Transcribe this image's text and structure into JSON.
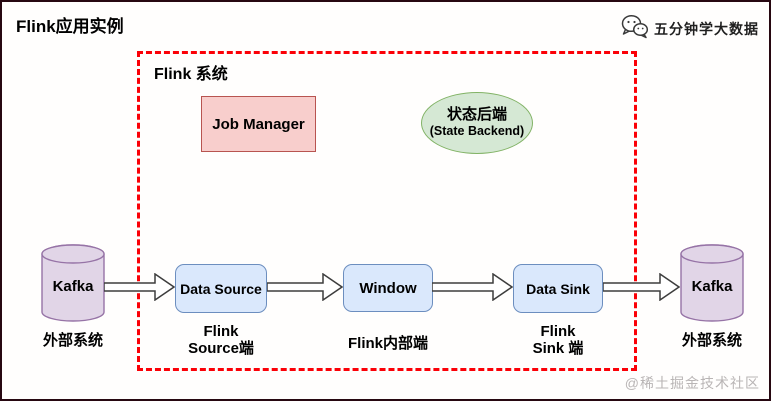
{
  "page": {
    "title": "Flink应用实例",
    "brand": {
      "icon": "wechat-icon",
      "label": "五分钟学大数据"
    },
    "watermark": "@稀土掘金技术社区"
  },
  "diagram": {
    "system_box": {
      "label": "Flink 系统",
      "border_color": "#fb0007"
    },
    "nodes": {
      "job_manager": {
        "label": "Job Manager",
        "fill": "#f8cecc",
        "border": "#b85450"
      },
      "state_backend": {
        "label_cn": "状态后端",
        "label_en": "(State Backend)",
        "fill": "#d5e8d4",
        "border": "#82b366"
      },
      "kafka_left": {
        "label": "Kafka",
        "fill": "#e1d5e7",
        "border": "#9673a6"
      },
      "data_source": {
        "label": "Data Source",
        "fill": "#dae8fc",
        "border": "#6c8ebf"
      },
      "window": {
        "label": "Window",
        "fill": "#dae8fc",
        "border": "#6c8ebf"
      },
      "data_sink": {
        "label": "Data Sink",
        "fill": "#dae8fc",
        "border": "#6c8ebf"
      },
      "kafka_right": {
        "label": "Kafka",
        "fill": "#e1d5e7",
        "border": "#9673a6"
      }
    },
    "captions": {
      "external_left": "外部系统",
      "source_line1": "Flink",
      "source_line2": "Source端",
      "internal": "Flink内部端",
      "sink_line1": "Flink",
      "sink_line2": "Sink 端",
      "external_right": "外部系统"
    },
    "flow": [
      "Kafka",
      "Data Source",
      "Window",
      "Data Sink",
      "Kafka"
    ]
  }
}
